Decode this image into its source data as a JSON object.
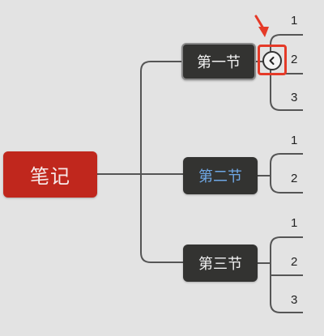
{
  "root": {
    "label": "笔记"
  },
  "sections": [
    {
      "label": "第一节",
      "children": [
        "1",
        "2",
        "3"
      ]
    },
    {
      "label": "第二节",
      "children": [
        "1",
        "2"
      ]
    },
    {
      "label": "第三节",
      "children": [
        "1",
        "2",
        "3"
      ]
    }
  ],
  "colors": {
    "root": "#c0271d",
    "section": "#333331",
    "section_selected_text": "#6fa8e6",
    "highlight": "#e53a28",
    "connector": "#555555"
  },
  "icons": {
    "collapse": "chevron-left-icon",
    "annotation": "arrow-down-icon"
  }
}
